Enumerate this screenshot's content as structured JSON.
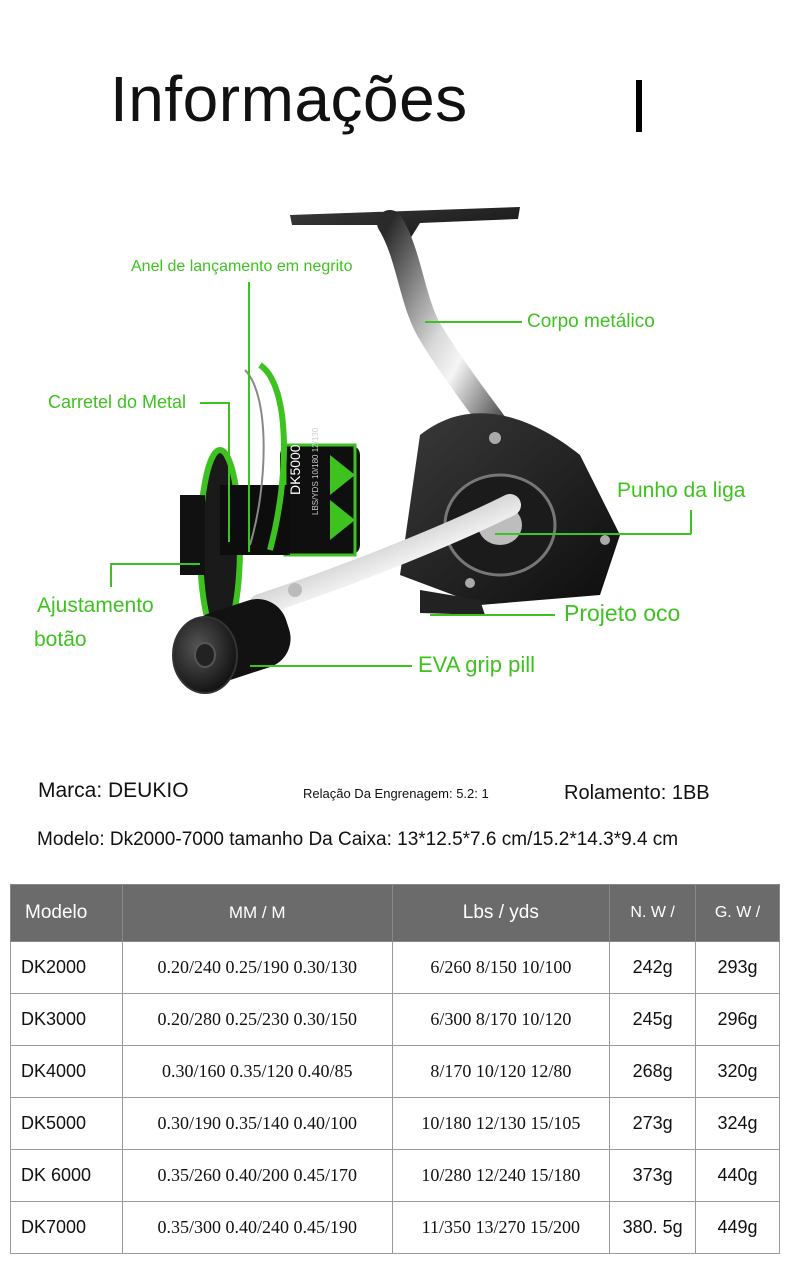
{
  "page": {
    "title": "Informações"
  },
  "callouts": {
    "casting_ring": "Anel de lançamento em negrito",
    "metal_body": "Corpo metálico",
    "metal_spool": "Carretel do Metal",
    "alloy_handle": "Punho da liga",
    "adjust_line1": "Ajustamento",
    "adjust_line2": "botão",
    "hollow_design": "Projeto oco",
    "eva_grip": "EVA grip pill"
  },
  "reel_labels": {
    "spool_model": "DK5000",
    "spool_sub": "LBS/YDS 10/180 12/130"
  },
  "info": {
    "brand": "Marca: DEUKIO",
    "gear_ratio": "Relação Da Engrenagem: 5.2: 1",
    "bearing": "Rolamento: 1BB",
    "model_line": "Modelo: Dk2000-7000 tamanho Da Caixa: 13*12.5*7.6 cm/15.2*14.3*9.4 cm"
  },
  "table": {
    "headers": [
      "Modelo",
      "MM / M",
      "Lbs / yds",
      "N. W /",
      "G. W /"
    ],
    "rows": [
      {
        "model": "DK2000",
        "mm": "0.20/240  0.25/190  0.30/130",
        "lbs": "6/260   8/150   10/100",
        "nw": "242g",
        "gw": "293g"
      },
      {
        "model": "DK3000",
        "mm": "0.20/280  0.25/230  0.30/150",
        "lbs": "6/300   8/170   10/120",
        "nw": "245g",
        "gw": "296g"
      },
      {
        "model": "DK4000",
        "mm": "0.30/160  0.35/120  0.40/85",
        "lbs": "8/170  10/120  12/80",
        "nw": "268g",
        "gw": "320g"
      },
      {
        "model": "DK5000",
        "mm": "0.30/190  0.35/140  0.40/100",
        "lbs": "10/180  12/130  15/105",
        "nw": "273g",
        "gw": "324g"
      },
      {
        "model": "DK 6000",
        "mm": "0.35/260  0.40/200  0.45/170",
        "lbs": "10/280  12/240  15/180",
        "nw": "373g",
        "gw": "440g"
      },
      {
        "model": "DK7000",
        "mm": "0.35/300  0.40/240  0.45/190",
        "lbs": "11/350  13/270  15/200",
        "nw": "380. 5g",
        "gw": "449g"
      }
    ]
  },
  "colors": {
    "accent_green": "#3ec21f",
    "header_gray": "#6b6b6b"
  }
}
